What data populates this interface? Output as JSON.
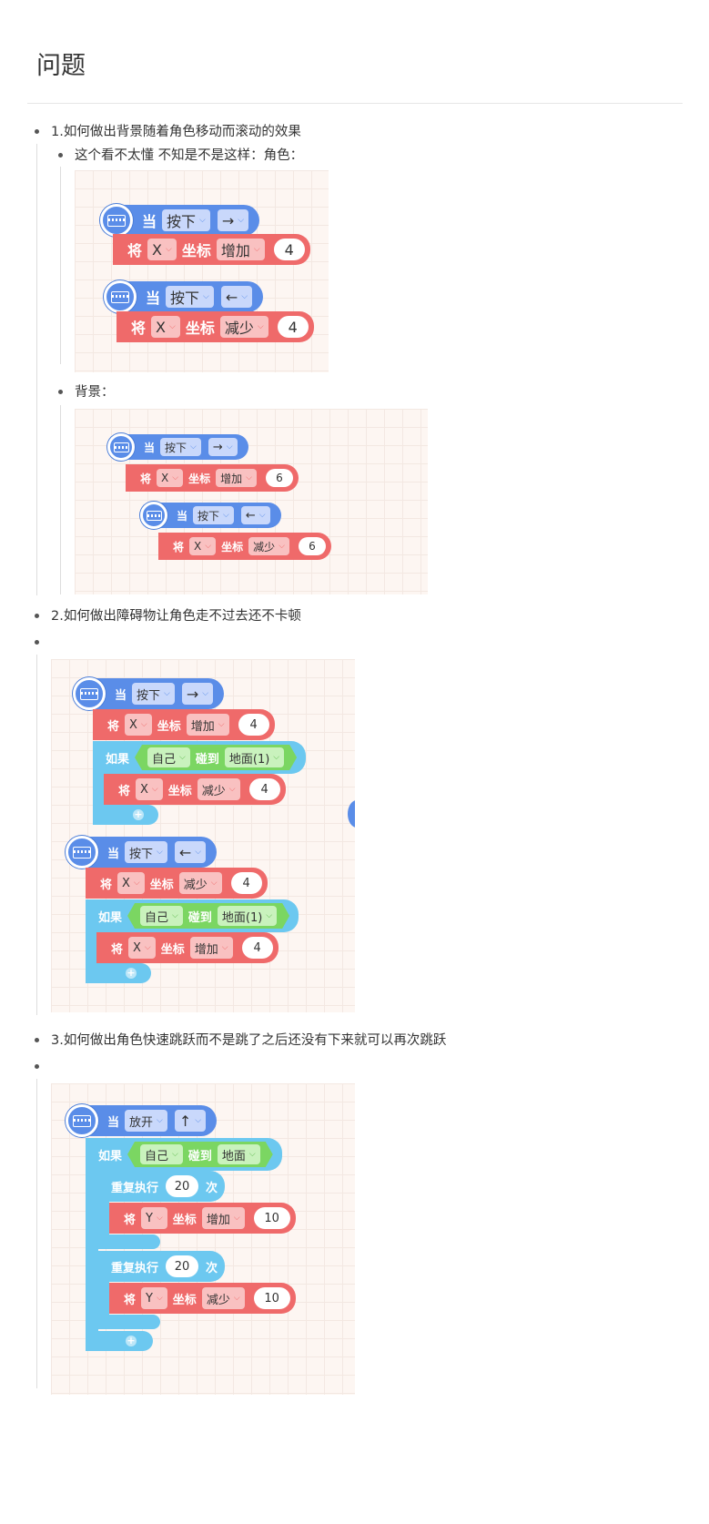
{
  "title": "问题",
  "items": [
    {
      "text": "1.如何做出背景随着角色移动而滚动的效果"
    },
    {
      "text": "这个看不太懂 不知是不是这样：角色："
    },
    {
      "text": "背景："
    },
    {
      "text": "2.如何做出障碍物让角色走不过去还不卡顿"
    },
    {
      "text": "3.如何做出角色快速跳跃而不是跳了之后还没有下来就可以再次跳跃"
    }
  ],
  "blocks": {
    "when": "当",
    "set": "将",
    "coord": "坐标",
    "if": "如果",
    "touch": "碰到",
    "repeat": "重复执行",
    "times": "次",
    "pressed": "按下",
    "released": "放开",
    "right": "→",
    "left": "←",
    "up": "↑",
    "x": "X",
    "y": "Y",
    "inc": "增加",
    "dec": "减少",
    "self": "自己",
    "ground1": "地面(1)",
    "ground": "地面",
    "plus": "+",
    "n4": "4",
    "n6": "6",
    "n10": "10",
    "n20": "20"
  },
  "colors": {
    "event": "#5a8de8",
    "motion": "#ef6a6a",
    "control": "#6cc8f0",
    "condition": "#7bd662"
  },
  "icons": [
    "keyboard-icon",
    "chevron-down-icon",
    "plus-icon"
  ]
}
